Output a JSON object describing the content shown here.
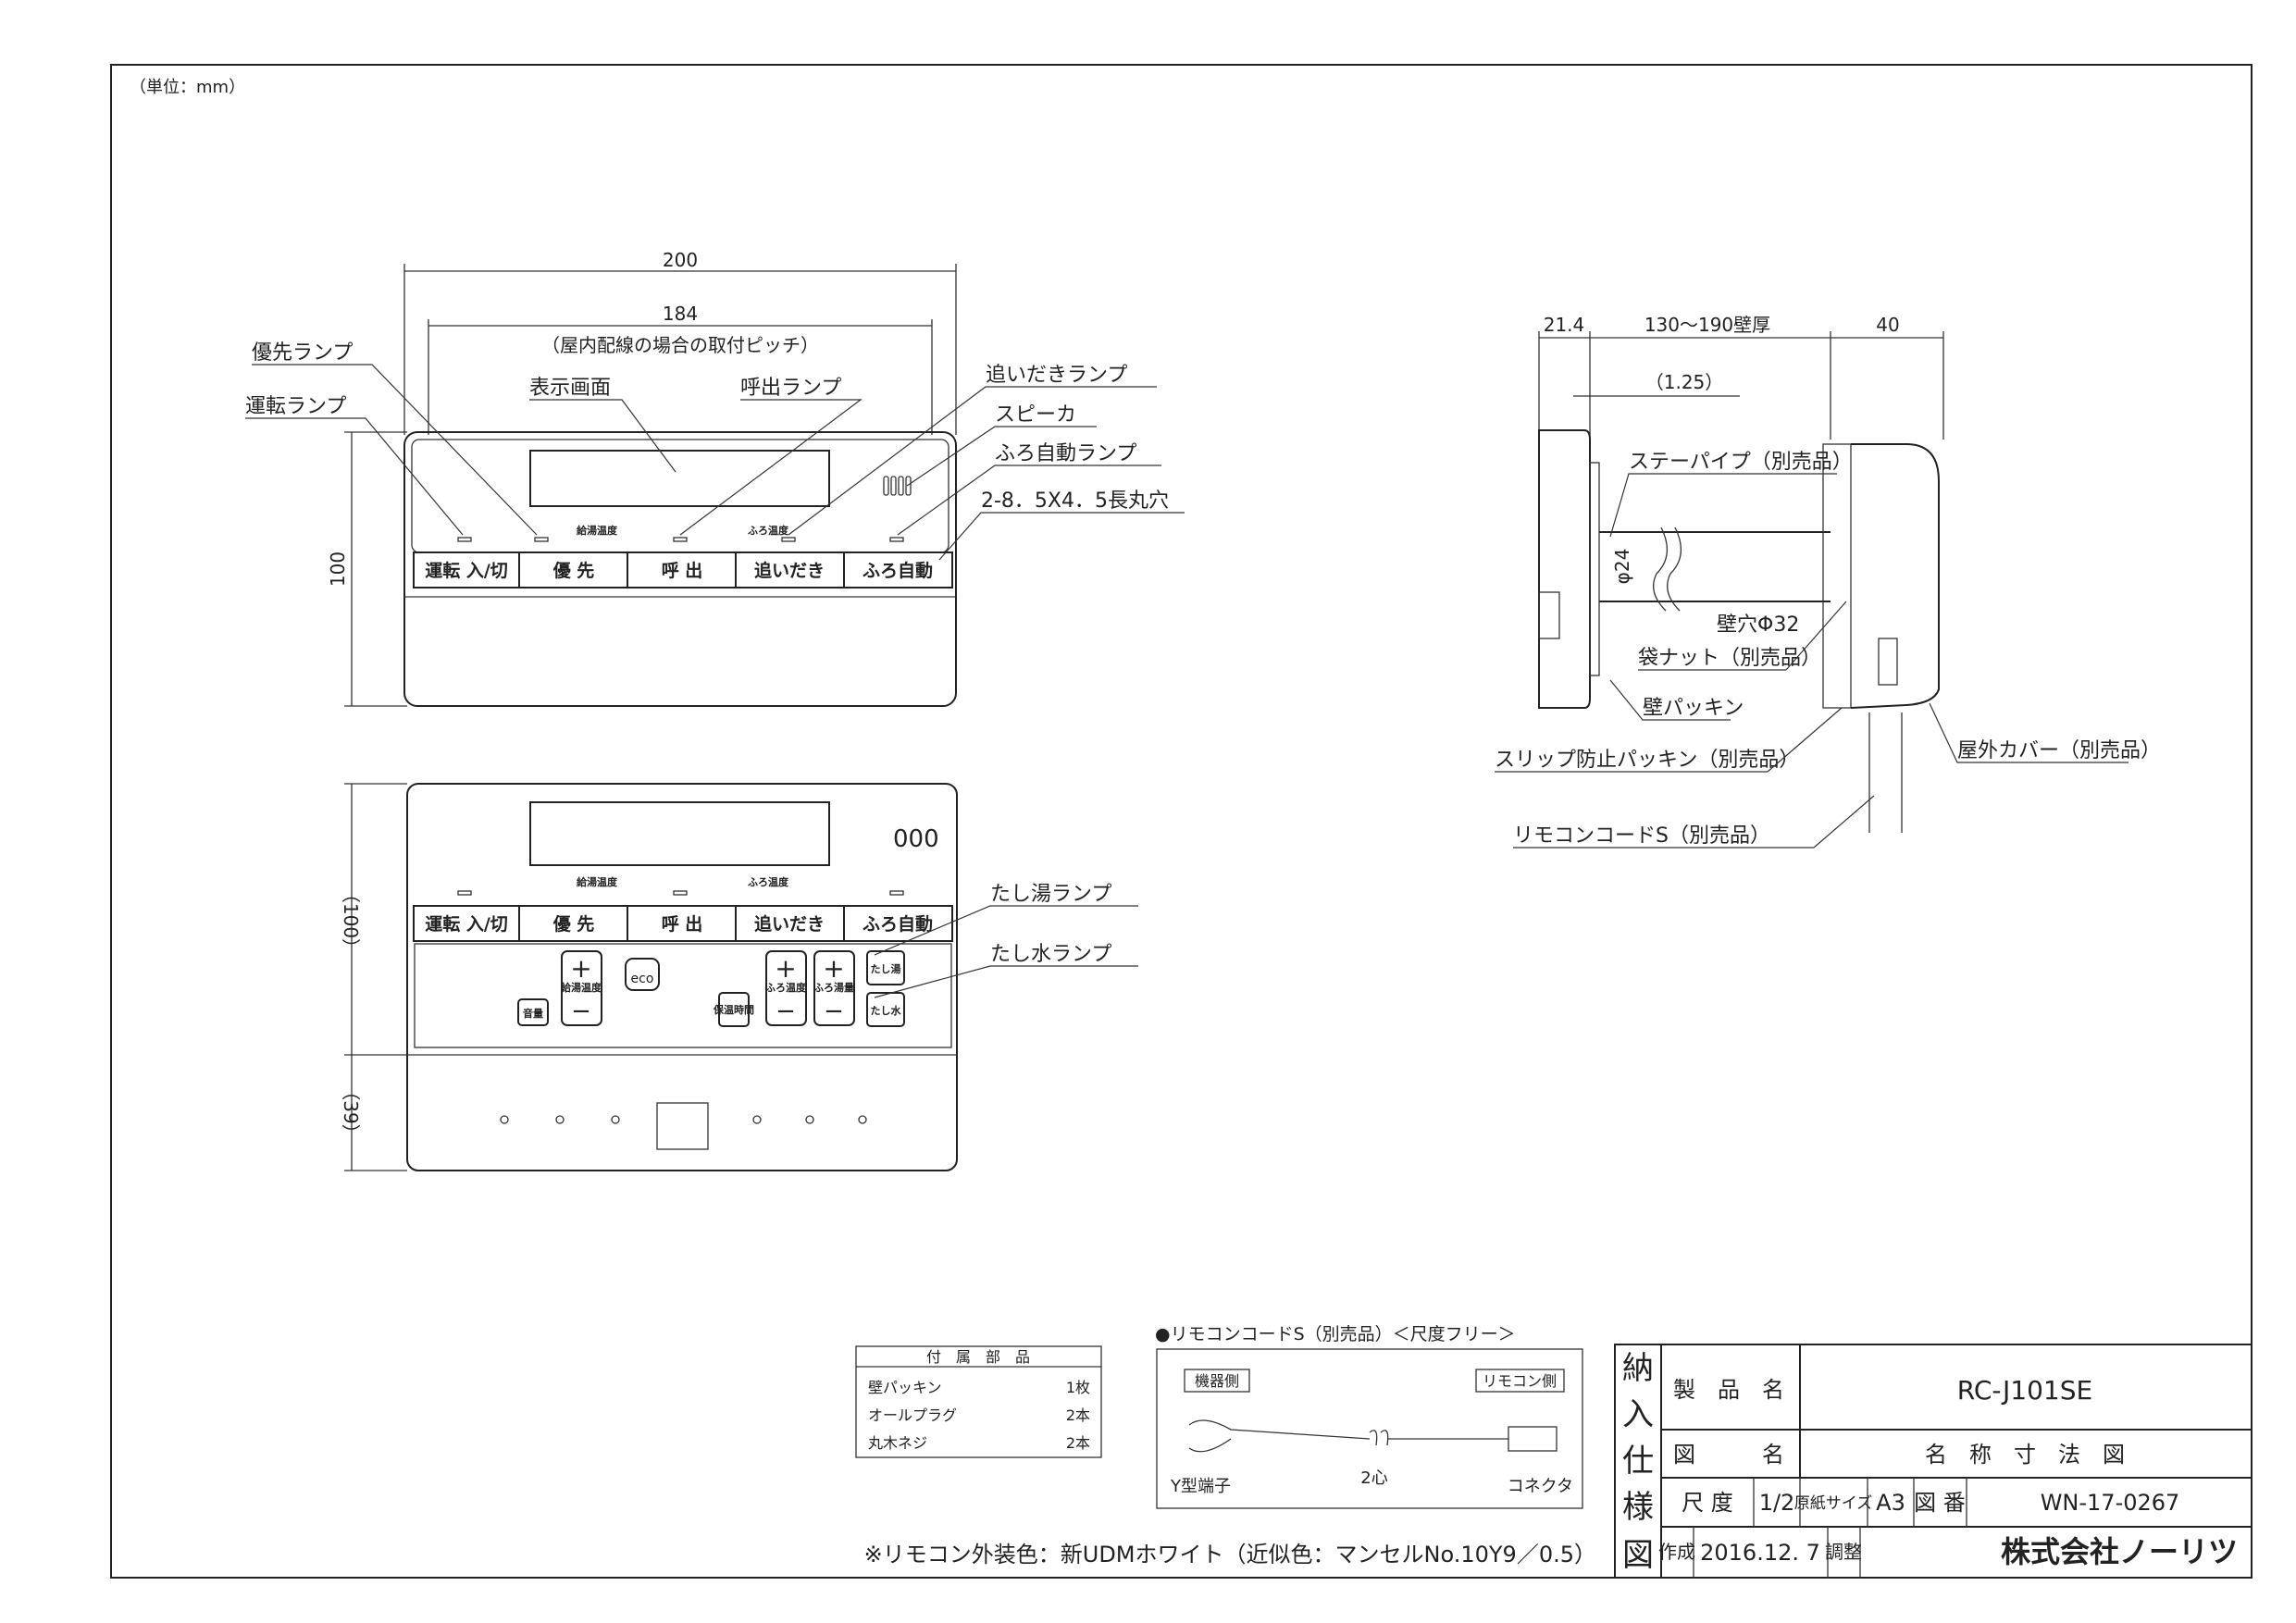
{
  "drawing": {
    "unit_note": "（単位：mm）",
    "front_view": {
      "dim_width": "200",
      "dim_pitch": "184",
      "dim_pitch_note": "（屋内配線の場合の取付ピッチ）",
      "dim_height": "100",
      "labels": {
        "priority_lamp": "優先ランプ",
        "run_lamp": "運転ランプ",
        "display": "表示画面",
        "call_lamp": "呼出ランプ",
        "reheat_lamp": "追いだきランプ",
        "speaker": "スピーカ",
        "auto_lamp": "ふろ自動ランプ",
        "holes": "2-8．5X4．5長丸穴"
      },
      "display_labels": {
        "hot_temp": "給湯温度",
        "bath_temp": "ふろ温度"
      },
      "buttons": [
        "運転 入/切",
        "優 先",
        "呼 出",
        "追いだき",
        "ふろ自動"
      ]
    },
    "open_view": {
      "dim_height": "（100）",
      "dim_lower": "（39）",
      "labels": {
        "add_hot_lamp": "たし湯ランプ",
        "add_water_lamp": "たし水ランプ"
      },
      "sub_buttons": {
        "volume": "音量",
        "eco": "eco",
        "keep_time": "保温時間",
        "add_hot": "たし湯",
        "add_water": "たし水",
        "hot_temp": "給湯温度",
        "bath_temp": "ふろ温度",
        "bath_level": "ふろ湯量"
      }
    },
    "side_view": {
      "dim_a": "21.4",
      "dim_b": "130～190壁厚",
      "dim_c": "40",
      "dim_d": "（1.25）",
      "dim_dia": "φ24",
      "labels": {
        "stay_pipe": "ステーパイプ（別売品）",
        "wall_hole": "壁穴Φ32",
        "bag_nut": "袋ナット（別売品）",
        "wall_packing": "壁パッキン",
        "slip_packing": "スリップ防止パッキン（別売品）",
        "outdoor_cover": "屋外カバー（別売品）",
        "remote_cord": "リモコンコードS（別売品）"
      }
    },
    "accessories": {
      "header": "付　属　部　品",
      "rows": [
        {
          "name": "壁パッキン",
          "qty": "1枚"
        },
        {
          "name": "オールプラグ",
          "qty": "2本"
        },
        {
          "name": "丸木ネジ",
          "qty": "2本"
        }
      ]
    },
    "cord_box": {
      "title": "●リモコンコードS（別売品）＜尺度フリー＞",
      "device_side": "機器側",
      "remote_side": "リモコン側",
      "y_terminal": "Y型端子",
      "wires": "2心",
      "connector": "コネクタ"
    },
    "color_note": "※リモコン外装色：新UDMホワイト（近似色：マンセルNo.10Y9／0.5）",
    "title_block": {
      "side_label": [
        "納",
        "入",
        "仕",
        "様",
        "図"
      ],
      "product_name_label": "製　品　名",
      "product_name": "RC-J101SE",
      "drawing_name_label": "図　　　名",
      "drawing_name": "名　称　寸　法　図",
      "scale_label": "尺 度",
      "scale": "1/2",
      "paper_label": "原紙サイズ",
      "paper": "A3",
      "number_label": "図 番",
      "number": "WN-17-0267",
      "made_label": "作成",
      "date": "2016.12. 7",
      "adjust_label": "調整",
      "company": "株式会社ノーリツ"
    }
  }
}
